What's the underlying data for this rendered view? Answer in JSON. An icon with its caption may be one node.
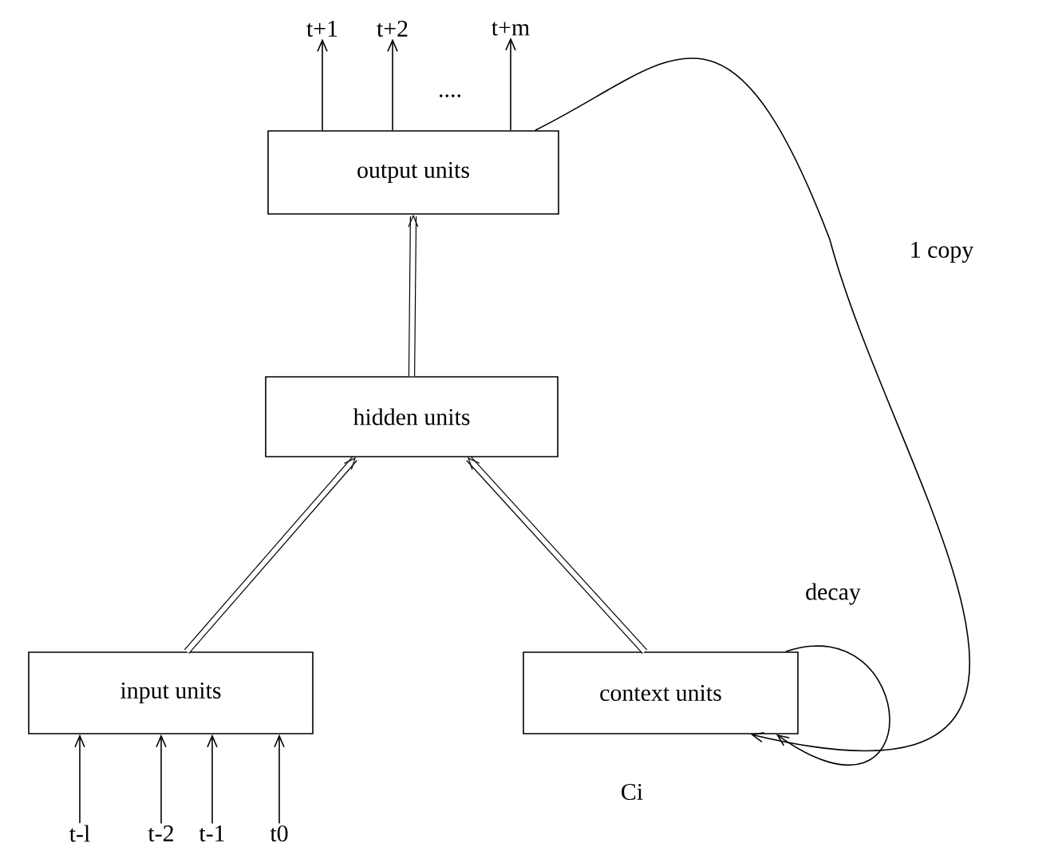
{
  "diagram": {
    "nodes": [
      {
        "text": [
          "output units"
        ]
      },
      {
        "text": [
          "hidden units"
        ]
      },
      {
        "text": [
          "input units"
        ]
      },
      {
        "text": [
          "context units"
        ]
      },
      {
        "text": [
          "t+1"
        ]
      },
      {
        "text": [
          "t+2"
        ]
      },
      {
        "text": [
          "t+m"
        ]
      },
      {
        "text": [
          "t-l"
        ]
      },
      {
        "text": [
          "t-2"
        ]
      },
      {
        "text": [
          "t-1"
        ]
      },
      {
        "text": [
          "t0"
        ]
      }
    ],
    "edges": [
      {
        "from": 0,
        "to": 4,
        "arrow": "to"
      },
      {
        "from": 0,
        "to": 5,
        "arrow": "to"
      },
      {
        "from": 0,
        "to": 6,
        "arrow": "to"
      },
      {
        "from": 1,
        "to": 0,
        "arrow": "to",
        "style": "thick"
      },
      {
        "from": 2,
        "to": 1,
        "arrow": "to",
        "style": "thick"
      },
      {
        "from": 3,
        "to": 1,
        "arrow": "to",
        "style": "thick"
      },
      {
        "from": 7,
        "to": 2,
        "arrow": "to"
      },
      {
        "from": 8,
        "to": 2,
        "arrow": "to"
      },
      {
        "from": 9,
        "to": 2,
        "arrow": "to"
      },
      {
        "from": 10,
        "to": 2,
        "arrow": "to"
      },
      {
        "from": 0,
        "to": 3,
        "arrow": "to",
        "label": "1 copy"
      },
      {
        "from": 3,
        "to": 3,
        "arrow": "to",
        "label": "decay"
      }
    ],
    "labels": [
      "....",
      "Ci"
    ]
  }
}
